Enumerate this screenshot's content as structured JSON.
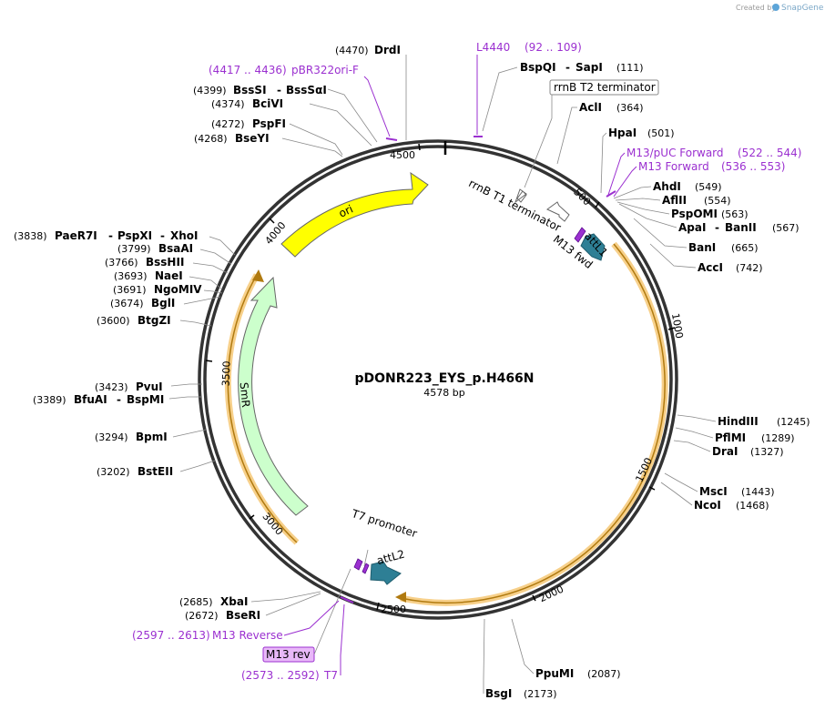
{
  "header": {
    "brand_prefix": "Created by",
    "brand": "SnapGene"
  },
  "plasmid": {
    "name": "pDONR223_EYS_p.H466N",
    "length_label": "4578 bp"
  },
  "ticks": [
    "500",
    "1000",
    "1500",
    "2000",
    "2500",
    "3000",
    "3500",
    "4000",
    "4500"
  ],
  "sites": [
    {
      "name": "DrdI",
      "pos": "(4470)"
    },
    {
      "name": "BssSI",
      "sep": "-",
      "name2": "BssSαI",
      "pos": "(4399)"
    },
    {
      "name": "BciVI",
      "pos": "(4374)"
    },
    {
      "name": "PspFI",
      "pos": "(4272)"
    },
    {
      "name": "BseYI",
      "pos": "(4268)"
    },
    {
      "name": "BspQI",
      "sep": "-",
      "name2": "SapI",
      "pos": "(111)"
    },
    {
      "name": "AclI",
      "pos": "(364)"
    },
    {
      "name": "HpaI",
      "pos": "(501)"
    },
    {
      "name": "AhdI",
      "pos": "(549)"
    },
    {
      "name": "AflII",
      "pos": "(554)"
    },
    {
      "name": "PspOMI",
      "pos": "(563)"
    },
    {
      "name": "ApaI",
      "sep": "-",
      "name2": "BanII",
      "pos": "(567)"
    },
    {
      "name": "BanI",
      "pos": "(665)"
    },
    {
      "name": "AccI",
      "pos": "(742)"
    },
    {
      "name": "PaeR7I",
      "sep": "-",
      "name2": "PspXI",
      "sep2": "-",
      "name3": "XhoI",
      "pos": "(3838)"
    },
    {
      "name": "BsaAI",
      "pos": "(3799)"
    },
    {
      "name": "BssHII",
      "pos": "(3766)"
    },
    {
      "name": "NaeI",
      "pos": "(3693)"
    },
    {
      "name": "NgoMIV",
      "pos": "(3691)"
    },
    {
      "name": "BglI",
      "pos": "(3674)"
    },
    {
      "name": "BtgZI",
      "pos": "(3600)"
    },
    {
      "name": "PvuI",
      "pos": "(3423)"
    },
    {
      "name": "BfuAI",
      "sep": "-",
      "name2": "BspMI",
      "pos": "(3389)"
    },
    {
      "name": "BpmI",
      "pos": "(3294)"
    },
    {
      "name": "BstEII",
      "pos": "(3202)"
    },
    {
      "name": "HindIII",
      "pos": "(1245)"
    },
    {
      "name": "PflMI",
      "pos": "(1289)"
    },
    {
      "name": "DraI",
      "pos": "(1327)"
    },
    {
      "name": "MscI",
      "pos": "(1443)"
    },
    {
      "name": "NcoI",
      "pos": "(1468)"
    },
    {
      "name": "XbaI",
      "pos": "(2685)"
    },
    {
      "name": "BseRI",
      "pos": "(2672)"
    },
    {
      "name": "PpuMI",
      "pos": "(2087)"
    },
    {
      "name": "BsgI",
      "pos": "(2173)"
    }
  ],
  "primers": [
    {
      "name": "pBR322ori-F",
      "range": "(4417 .. 4436)"
    },
    {
      "name": "L4440",
      "range": "(92 .. 109)"
    },
    {
      "name": "M13/pUC Forward",
      "range": "(522 .. 544)"
    },
    {
      "name": "M13 Forward",
      "range": "(536 .. 553)"
    },
    {
      "name": "M13 Reverse",
      "range": "(2597 .. 2613)"
    },
    {
      "name": "T7",
      "range": "(2573 .. 2592)"
    }
  ],
  "features": {
    "rrnB_T2": "rrnB T2 terminator",
    "rrnB_T1": "rrnB T1 terminator",
    "M13_fwd": "M13 fwd",
    "attL1": "attL1",
    "ori": "ori",
    "SmR": "SmR",
    "T7_promoter": "T7 promoter",
    "attL2": "attL2",
    "M13_rev": "M13 rev"
  },
  "colors": {
    "ori": "#ffff00",
    "SmR": "#ccffcc",
    "att": "#2e7f95",
    "primer": "#9b30d0",
    "orf_band": "#f0b040",
    "backbone": "#333333"
  }
}
